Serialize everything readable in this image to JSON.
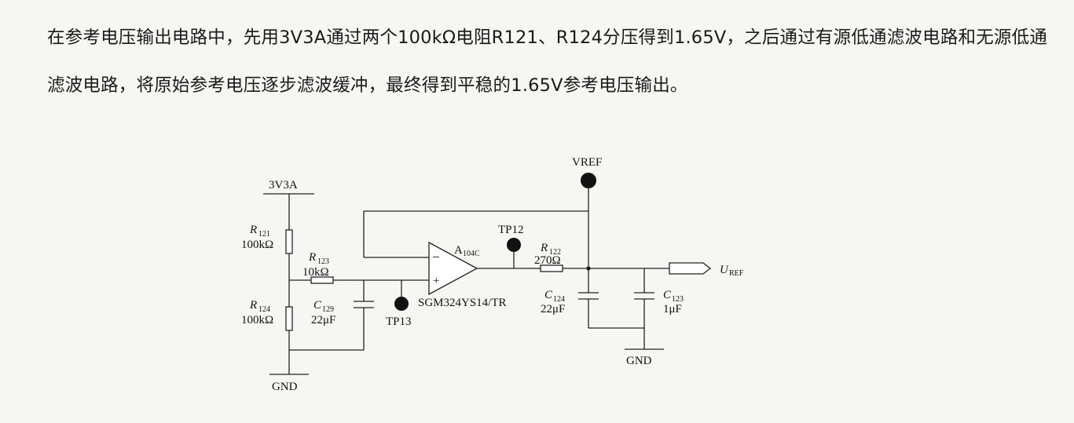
{
  "description_text": "在参考电压输出电路中，先用3V3A通过两个100kΩ电阻R121、R124分压得到1.65V，之后通过有源低通滤波电路和无源低通滤波电路，将原始参考电压逐步滤波缓冲，最终得到平稳的1.65V参考电压输出。",
  "circuit": {
    "supply": "3V3A",
    "gnd": "GND",
    "vref": "VREF",
    "r121": {
      "sym": "R",
      "sub": "121",
      "value": "100kΩ"
    },
    "r124": {
      "sym": "R",
      "sub": "124",
      "value": "100kΩ"
    },
    "r123": {
      "sym": "R",
      "sub": "123",
      "value": "10kΩ"
    },
    "r122": {
      "sym": "R",
      "sub": "122",
      "value": "270Ω"
    },
    "c129": {
      "sym": "C",
      "sub": "129",
      "value": "22μF"
    },
    "c124": {
      "sym": "C",
      "sub": "124",
      "value": "22μF"
    },
    "c123": {
      "sym": "C",
      "sub": "123",
      "value": "1μF"
    },
    "opamp": {
      "sym": "A",
      "sub": "104C",
      "part": "SGM324YS14/TR",
      "minus": "−",
      "plus": "+"
    },
    "tp12": "TP12",
    "tp13": "TP13",
    "uref": {
      "sym": "U",
      "sub": "REF"
    }
  }
}
